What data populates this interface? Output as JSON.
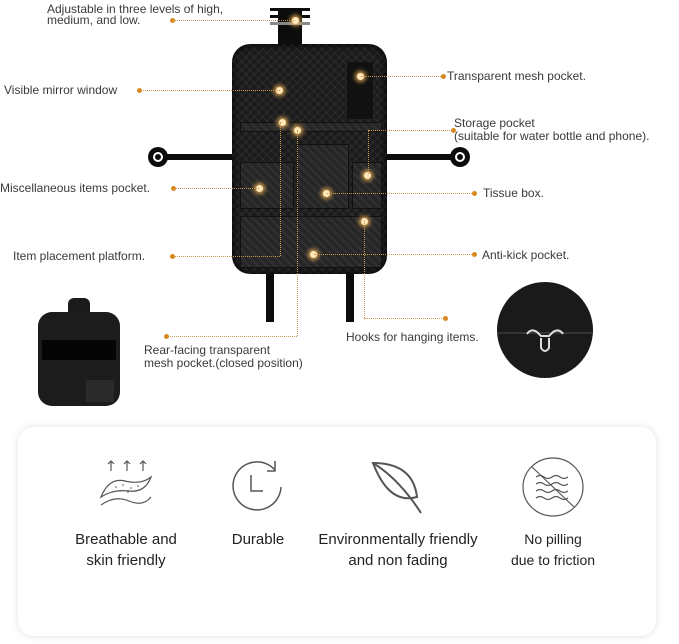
{
  "callouts": {
    "adjustable": "Adjustable in three levels of high,",
    "adjustable_line2": "medium, and low.",
    "mirror": "Visible mirror window",
    "misc_pocket": "Miscellaneous items pocket.",
    "platform": "Item placement platform.",
    "rear_mesh_line1": "Rear-facing transparent",
    "rear_mesh_line2": "mesh pocket.(closed position)",
    "mesh_pocket": "Transparent mesh pocket.",
    "storage_line1": "Storage pocket",
    "storage_line2": "(suitable for water bottle and phone).",
    "tissue": "Tissue box.",
    "anti_kick": "Anti-kick pocket.",
    "hooks": "Hooks for hanging items."
  },
  "features": [
    {
      "icon": "breathable-fabric-icon",
      "line1": "Breathable and",
      "line2": "skin friendly"
    },
    {
      "icon": "durable-clock-icon",
      "line1": "Durable",
      "line2": ""
    },
    {
      "icon": "leaf-icon",
      "line1": "Environmentally friendly",
      "line2": "and non fading"
    },
    {
      "icon": "no-pilling-icon",
      "line1": "No pilling",
      "line2": "due to friction"
    }
  ],
  "colors": {
    "accent": "#d8891f",
    "text": "#3a3a3a"
  }
}
